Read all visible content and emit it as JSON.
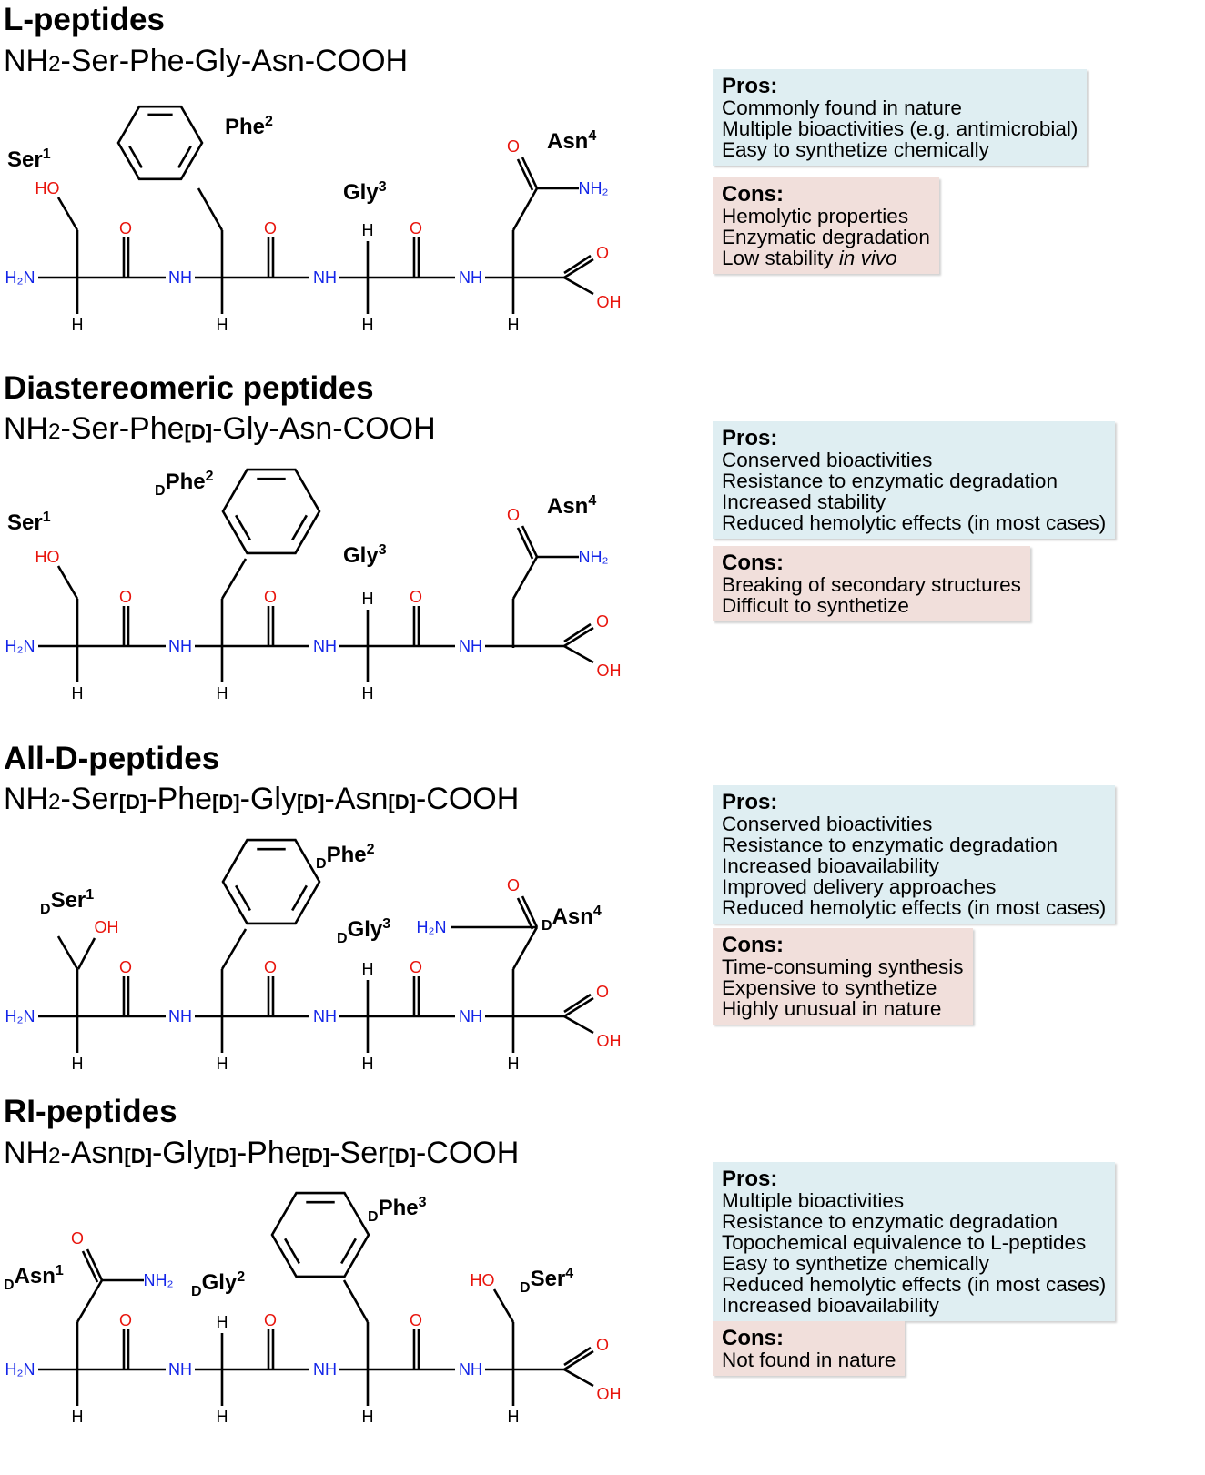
{
  "sections": [
    {
      "title": "L-peptides",
      "sequence": [
        {
          "t": "NH"
        },
        {
          "t": "2",
          "sub": true
        },
        {
          "t": "-Ser-Phe-Gly-Asn-COOH"
        }
      ],
      "residues": [
        {
          "prefix": "",
          "name": "Ser",
          "num": "1"
        },
        {
          "prefix": "",
          "name": "Phe",
          "num": "2"
        },
        {
          "prefix": "",
          "name": "Gly",
          "num": "3"
        },
        {
          "prefix": "",
          "name": "Asn",
          "num": "4"
        }
      ],
      "pros": {
        "title": "Pros:",
        "items": [
          "Commonly found in nature",
          "Multiple bioactivities (e.g. antimicrobial)",
          "Easy to synthetize chemically"
        ]
      },
      "cons": {
        "title": "Cons:",
        "items": [
          "Hemolytic properties",
          "Enzymatic degradation",
          "Low stability in vivo"
        ]
      }
    },
    {
      "title": "Diastereomeric peptides",
      "sequence": [
        {
          "t": "NH"
        },
        {
          "t": "2",
          "sub": true
        },
        {
          "t": "-Ser-Phe"
        },
        {
          "t": "[D]",
          "d": true
        },
        {
          "t": "-Gly-Asn-COOH"
        }
      ],
      "residues": [
        {
          "prefix": "",
          "name": "Ser",
          "num": "1"
        },
        {
          "prefix": "D",
          "name": "Phe",
          "num": "2"
        },
        {
          "prefix": "",
          "name": "Gly",
          "num": "3"
        },
        {
          "prefix": "",
          "name": "Asn",
          "num": "4"
        }
      ],
      "pros": {
        "title": "Pros:",
        "items": [
          "Conserved bioactivities",
          "Resistance to enzymatic degradation",
          "Increased stability",
          "Reduced hemolytic effects (in most cases)"
        ]
      },
      "cons": {
        "title": "Cons:",
        "items": [
          "Breaking of secondary structures",
          "Difficult to synthetize"
        ]
      }
    },
    {
      "title": "All-D-peptides",
      "sequence": [
        {
          "t": "NH"
        },
        {
          "t": "2",
          "sub": true
        },
        {
          "t": "-Ser"
        },
        {
          "t": "[D]",
          "d": true
        },
        {
          "t": "-Phe"
        },
        {
          "t": "[D]",
          "d": true
        },
        {
          "t": "-Gly"
        },
        {
          "t": "[D]",
          "d": true
        },
        {
          "t": "-Asn"
        },
        {
          "t": "[D]",
          "d": true
        },
        {
          "t": "-COOH"
        }
      ],
      "residues": [
        {
          "prefix": "D",
          "name": "Ser",
          "num": "1"
        },
        {
          "prefix": "D",
          "name": "Phe",
          "num": "2"
        },
        {
          "prefix": "D",
          "name": "Gly",
          "num": "3"
        },
        {
          "prefix": "D",
          "name": "Asn",
          "num": "4"
        }
      ],
      "pros": {
        "title": "Pros:",
        "items": [
          "Conserved bioactivities",
          "Resistance to enzymatic degradation",
          "Increased bioavailability",
          "Improved delivery approaches",
          "Reduced hemolytic effects (in most cases)"
        ]
      },
      "cons": {
        "title": "Cons:",
        "items": [
          "Time-consuming synthesis",
          "Expensive to synthetize",
          "Highly unusual in nature"
        ]
      }
    },
    {
      "title": "RI-peptides",
      "sequence": [
        {
          "t": "NH"
        },
        {
          "t": "2",
          "sub": true
        },
        {
          "t": "-Asn"
        },
        {
          "t": "[D]",
          "d": true
        },
        {
          "t": "-Gly"
        },
        {
          "t": "[D]",
          "d": true
        },
        {
          "t": "-Phe"
        },
        {
          "t": "[D]",
          "d": true
        },
        {
          "t": "-Ser"
        },
        {
          "t": "[D]",
          "d": true
        },
        {
          "t": "-COOH"
        }
      ],
      "residues": [
        {
          "prefix": "D",
          "name": "Asn",
          "num": "1"
        },
        {
          "prefix": "D",
          "name": "Gly",
          "num": "2"
        },
        {
          "prefix": "D",
          "name": "Phe",
          "num": "3"
        },
        {
          "prefix": "D",
          "name": "Ser",
          "num": "4"
        }
      ],
      "pros": {
        "title": "Pros:",
        "items": [
          "Multiple bioactivities",
          "Resistance to enzymatic degradation",
          "Topochemical equivalence to L-peptides",
          "Easy to synthetize chemically",
          "Reduced hemolytic effects (in most cases)",
          "Increased bioavailability"
        ]
      },
      "cons": {
        "title": "Cons:",
        "items": [
          "Not found in nature"
        ]
      }
    }
  ],
  "atoms": {
    "amine": "H₂N",
    "nh": "NH",
    "o": "O",
    "h": "H",
    "oh": "OH",
    "ho": "HO",
    "nh2": "NH₂"
  },
  "italic_phrase": "in vivo",
  "colors": {
    "oxygen": "#e8140c",
    "nitrogen": "#1426e8",
    "pros_bg": "#dfeef2",
    "cons_bg": "#f1dfdb"
  }
}
